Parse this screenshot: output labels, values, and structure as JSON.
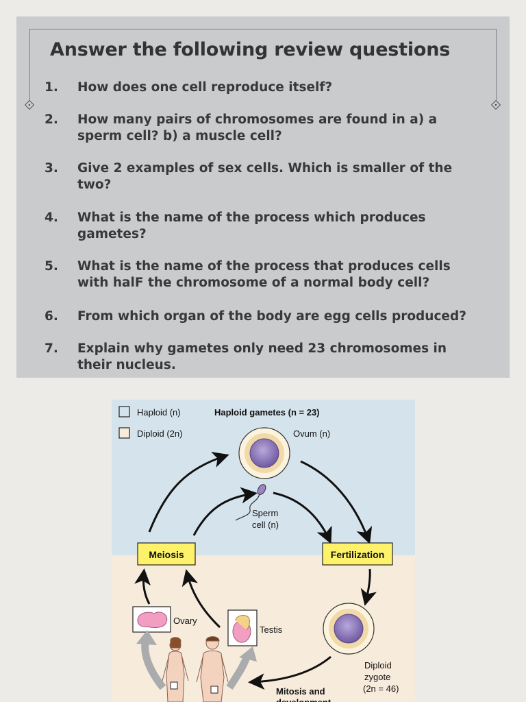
{
  "slide": {
    "title": "Answer the following review questions",
    "questions": [
      {
        "num": "1.",
        "lines": [
          "How does one cell reproduce itself?"
        ]
      },
      {
        "num": "2.",
        "lines": [
          "How many pairs of chromosomes are found in a) a",
          "sperm cell? b) a muscle cell?"
        ]
      },
      {
        "num": "3.",
        "lines": [
          "Give 2 examples of sex cells. Which is smaller of the",
          "two?"
        ]
      },
      {
        "num": "4.",
        "lines": [
          "What is the name of the process which produces",
          "gametes?"
        ]
      },
      {
        "num": "5.",
        "lines": [
          "What is the name of the process that produces cells",
          "with halF the chromosome of a normal body cell?"
        ]
      },
      {
        "num": "6.",
        "lines": [
          "From which organ of the body are egg cells produced?"
        ]
      },
      {
        "num": "7.",
        "lines": [
          "Explain why gametes only need 23 chromosomes in",
          "their nucleus."
        ]
      }
    ]
  },
  "diagram": {
    "legend_haploid": "Haploid (n)",
    "legend_diploid": "Diploid (2n)",
    "haploid_gametes": "Haploid gametes (n = 23)",
    "ovum": "Ovum (n)",
    "sperm_line1": "Sperm",
    "sperm_line2": "cell (n)",
    "meiosis": "Meiosis",
    "fertilization": "Fertilization",
    "ovary": "Ovary",
    "testis": "Testis",
    "zygote_line1": "Diploid",
    "zygote_line2": "zygote",
    "zygote_line3": "(2n = 46)",
    "mitosis_line1": "Mitosis and",
    "mitosis_line2": "development",
    "colors": {
      "haploid_bg": "#d5e3ec",
      "diploid_bg": "#f7ebdc",
      "label_box": "#fdf26a",
      "cell_purple": "#8e7ab8",
      "cell_ring": "#f2d9a8"
    }
  }
}
